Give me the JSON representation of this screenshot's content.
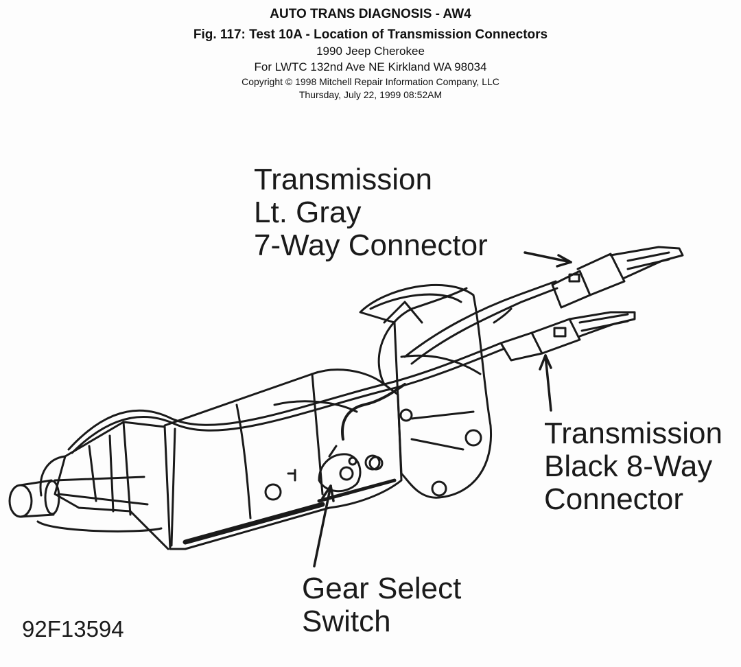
{
  "header": {
    "title": "AUTO TRANS DIAGNOSIS - AW4",
    "figure": "Fig. 117:  Test 10A - Location of Transmission Connectors",
    "vehicle": "1990 Jeep Cherokee",
    "customer": "For LWTC 132nd Ave NE Kirkland WA 98034",
    "copyright": "Copyright © 1998 Mitchell Repair Information Company, LLC",
    "date": "Thursday, July 22, 1999  08:52AM"
  },
  "callouts": {
    "gray_connector": [
      "Transmission",
      "Lt. Gray",
      "7-Way Connector"
    ],
    "black_connector": [
      "Transmission",
      "Black 8-Way",
      "Connector"
    ],
    "gear_switch": [
      "Gear Select",
      "Switch"
    ]
  },
  "figure_id": "92F13594",
  "colors": {
    "ink": "#1a1a1a",
    "paper": "#fdfdfd"
  }
}
